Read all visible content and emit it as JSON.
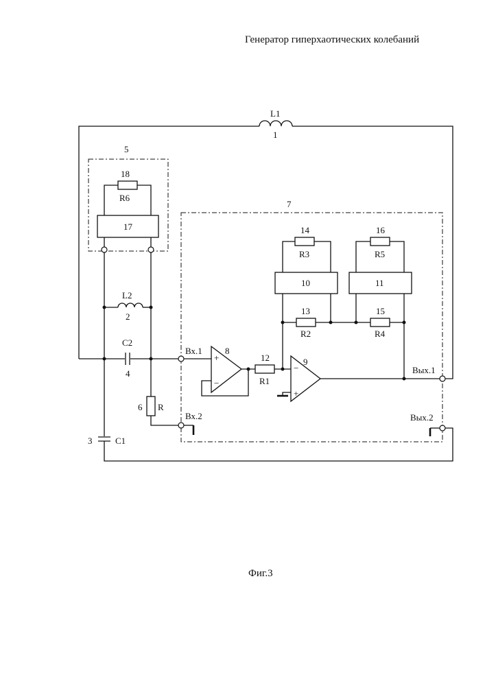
{
  "document": {
    "title": "Генератор гиперхаотических колебаний",
    "caption": "Фиг.3"
  },
  "labels": {
    "L1": "L1",
    "n1": "1",
    "n5": "5",
    "n7": "7",
    "n18": "18",
    "R6": "R6",
    "n17": "17",
    "L2": "L2",
    "n2": "2",
    "C2": "C2",
    "n4": "4",
    "n6": "6",
    "R": "R",
    "n3": "3",
    "C1": "C1",
    "vx1": "Вх.1",
    "vx2": "Вх.2",
    "n8": "8",
    "n12": "12",
    "R1": "R1",
    "n9": "9",
    "n14": "14",
    "R3": "R3",
    "n10": "10",
    "n16": "16",
    "R5": "R5",
    "n11": "11",
    "n13": "13",
    "R2": "R2",
    "n15": "15",
    "R4": "R4",
    "vyh1": "Вых.1",
    "vyh2": "Вых.2",
    "plus": "+",
    "minus": "−"
  }
}
